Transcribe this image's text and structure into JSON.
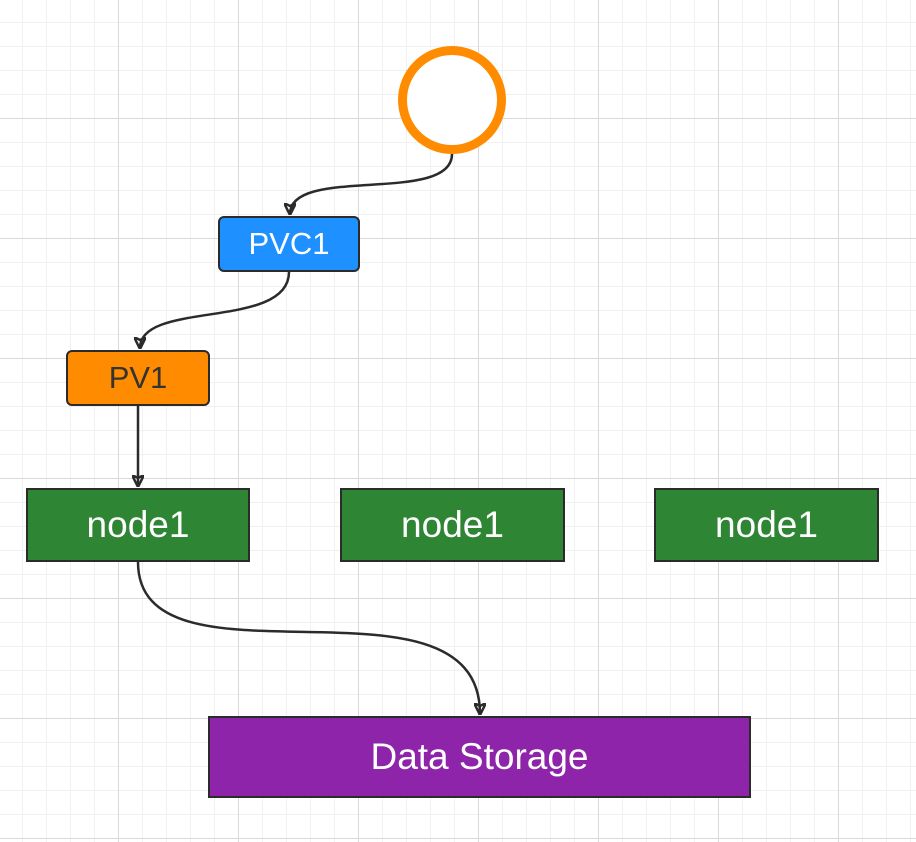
{
  "diagram": {
    "nodes": [
      {
        "id": "pod",
        "label": "",
        "shape": "circle",
        "fill": "#ffffff",
        "stroke": "#ff8c00"
      },
      {
        "id": "pvc1",
        "label": "PVC1",
        "shape": "rounded-rect",
        "fill": "#1e90ff",
        "text_color": "#ffffff"
      },
      {
        "id": "pv1",
        "label": "PV1",
        "shape": "rounded-rect",
        "fill": "#ff8c00",
        "text_color": "#333333"
      },
      {
        "id": "node1-a",
        "label": "node1",
        "shape": "rect",
        "fill": "#2e8533",
        "text_color": "#ffffff"
      },
      {
        "id": "node1-b",
        "label": "node1",
        "shape": "rect",
        "fill": "#2e8533",
        "text_color": "#ffffff"
      },
      {
        "id": "node1-c",
        "label": "node1",
        "shape": "rect",
        "fill": "#2e8533",
        "text_color": "#ffffff"
      },
      {
        "id": "storage",
        "label": "Data Storage",
        "shape": "rect",
        "fill": "#8e24aa",
        "text_color": "#ffffff"
      }
    ],
    "edges": [
      {
        "from": "pod",
        "to": "pvc1"
      },
      {
        "from": "pvc1",
        "to": "pv1"
      },
      {
        "from": "pv1",
        "to": "node1-a"
      },
      {
        "from": "node1-a",
        "to": "storage"
      }
    ]
  }
}
